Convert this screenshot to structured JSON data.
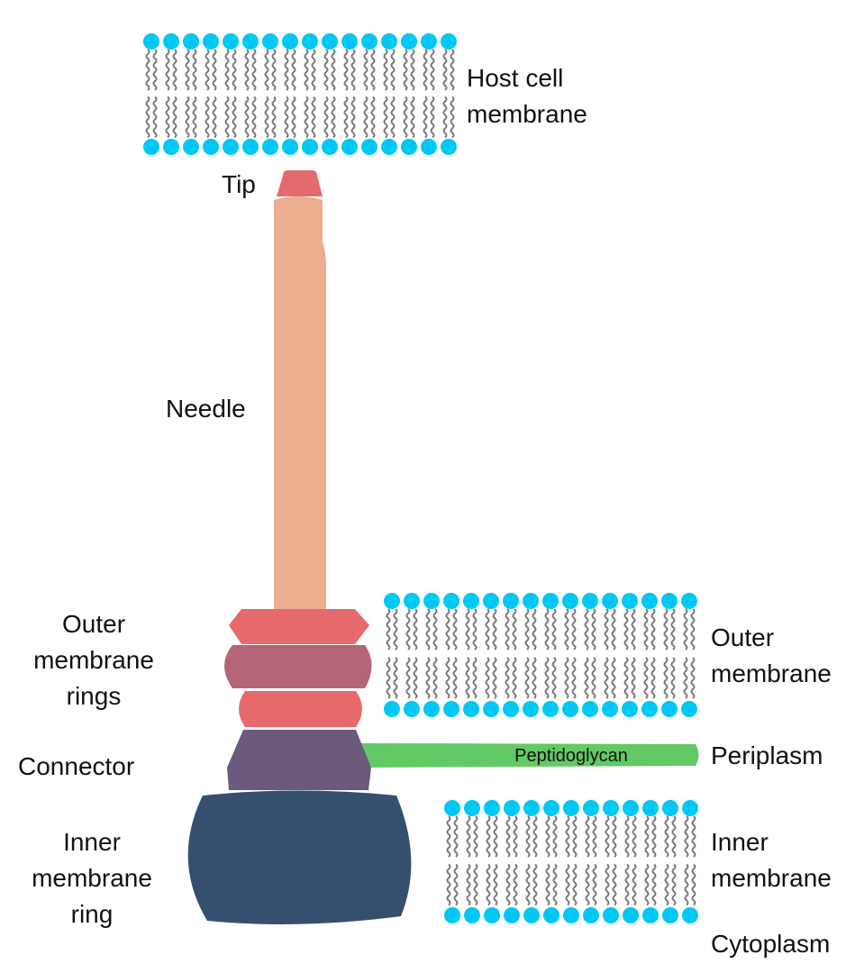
{
  "labels": {
    "host_cell_membrane": [
      "Host cell",
      "membrane"
    ],
    "tip": "Tip",
    "needle": "Needle",
    "outer_membrane_rings": [
      "Outer",
      "membrane",
      "rings"
    ],
    "connector": "Connector",
    "inner_membrane_ring": [
      "Inner",
      "membrane",
      "ring"
    ],
    "outer_membrane": [
      "Outer",
      "membrane"
    ],
    "peptidoglycan": "Peptidoglycan",
    "periplasm": "Periplasm",
    "inner_membrane": [
      "Inner",
      "membrane"
    ],
    "cytoplasm": "Cytoplasm"
  },
  "colors": {
    "lipid_head": "#00c8f5",
    "lipid_tail": "#7a7a7a",
    "tip": "#e36b70",
    "needle": "#ebae8e",
    "outer_ring": "#e66a6c",
    "middle_ring": "#b56577",
    "connector": "#6b5a7c",
    "inner_ring": "#374f6f",
    "peptidoglycan": "#63c964"
  }
}
